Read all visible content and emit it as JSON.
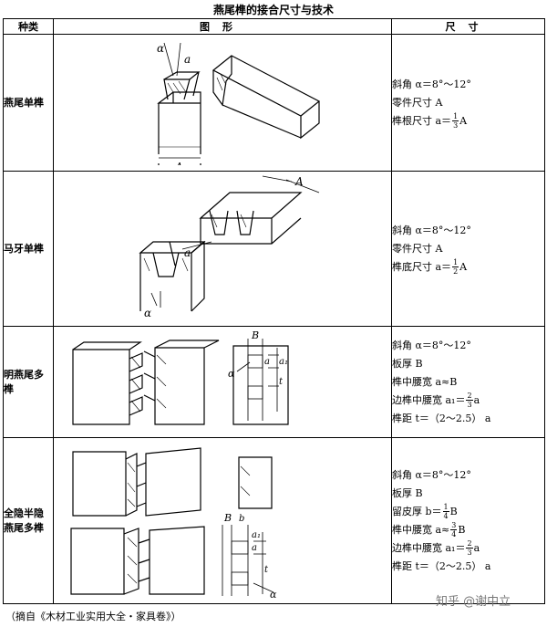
{
  "title": "燕尾榫的接合尺寸与技术",
  "headers": {
    "kind": "种类",
    "figure": "图形",
    "size": "尺寸"
  },
  "rows": [
    {
      "kind": "燕尾单榫",
      "labels": {
        "alpha": "α",
        "a": "a",
        "A": "A"
      },
      "specs": {
        "angle": "斜角 α＝8°～12°",
        "part": "零件尺寸 A",
        "root_prefix": "榫根尺寸 a＝",
        "num": "1",
        "den": "3",
        "root_suffix": "A"
      }
    },
    {
      "kind": "马牙单榫",
      "labels": {
        "A": "A",
        "a": "a",
        "alpha": "α"
      },
      "specs": {
        "angle": "斜角 α＝8°～12°",
        "part": "零件尺寸 A",
        "base_prefix": "榫底尺寸 a＝",
        "num": "1",
        "den": "2",
        "base_suffix": "A"
      }
    },
    {
      "kind": "明燕尾多榫",
      "labels": {
        "B": "B",
        "a": "a",
        "a1": "a₁",
        "t": "t",
        "alpha": "α"
      },
      "specs": {
        "angle": "斜角 α＝8°～12°",
        "board": "板厚 B",
        "mid": "榫中腰宽 a≈B",
        "edge_prefix": "边榫中腰宽 a₁＝",
        "num": "2",
        "den": "3",
        "edge_suffix": "a",
        "pitch": "榫距 t＝（2～2.5） a"
      }
    },
    {
      "kind": "全隐半隐燕尾多榫",
      "labels": {
        "B": "B",
        "b": "b",
        "a": "a",
        "a1": "a₁",
        "t": "t",
        "alpha": "α"
      },
      "specs": {
        "angle": "斜角 α＝8°～12°",
        "board": "板厚 B",
        "skin_prefix": "留皮厚 b＝",
        "num1": "1",
        "den1": "4",
        "skin_suffix": "B",
        "mid_prefix": "榫中腰宽 a≈",
        "num2": "3",
        "den2": "4",
        "mid_suffix": "B",
        "edge_prefix": "边榫中腰宽 a₁＝",
        "num3": "2",
        "den3": "3",
        "edge_suffix": "a",
        "pitch": "榫距 t＝（2～2.5） a"
      }
    }
  ],
  "source": "（摘自《木材工业实用大全・家具卷》）",
  "watermark": "知乎 @谢中立"
}
